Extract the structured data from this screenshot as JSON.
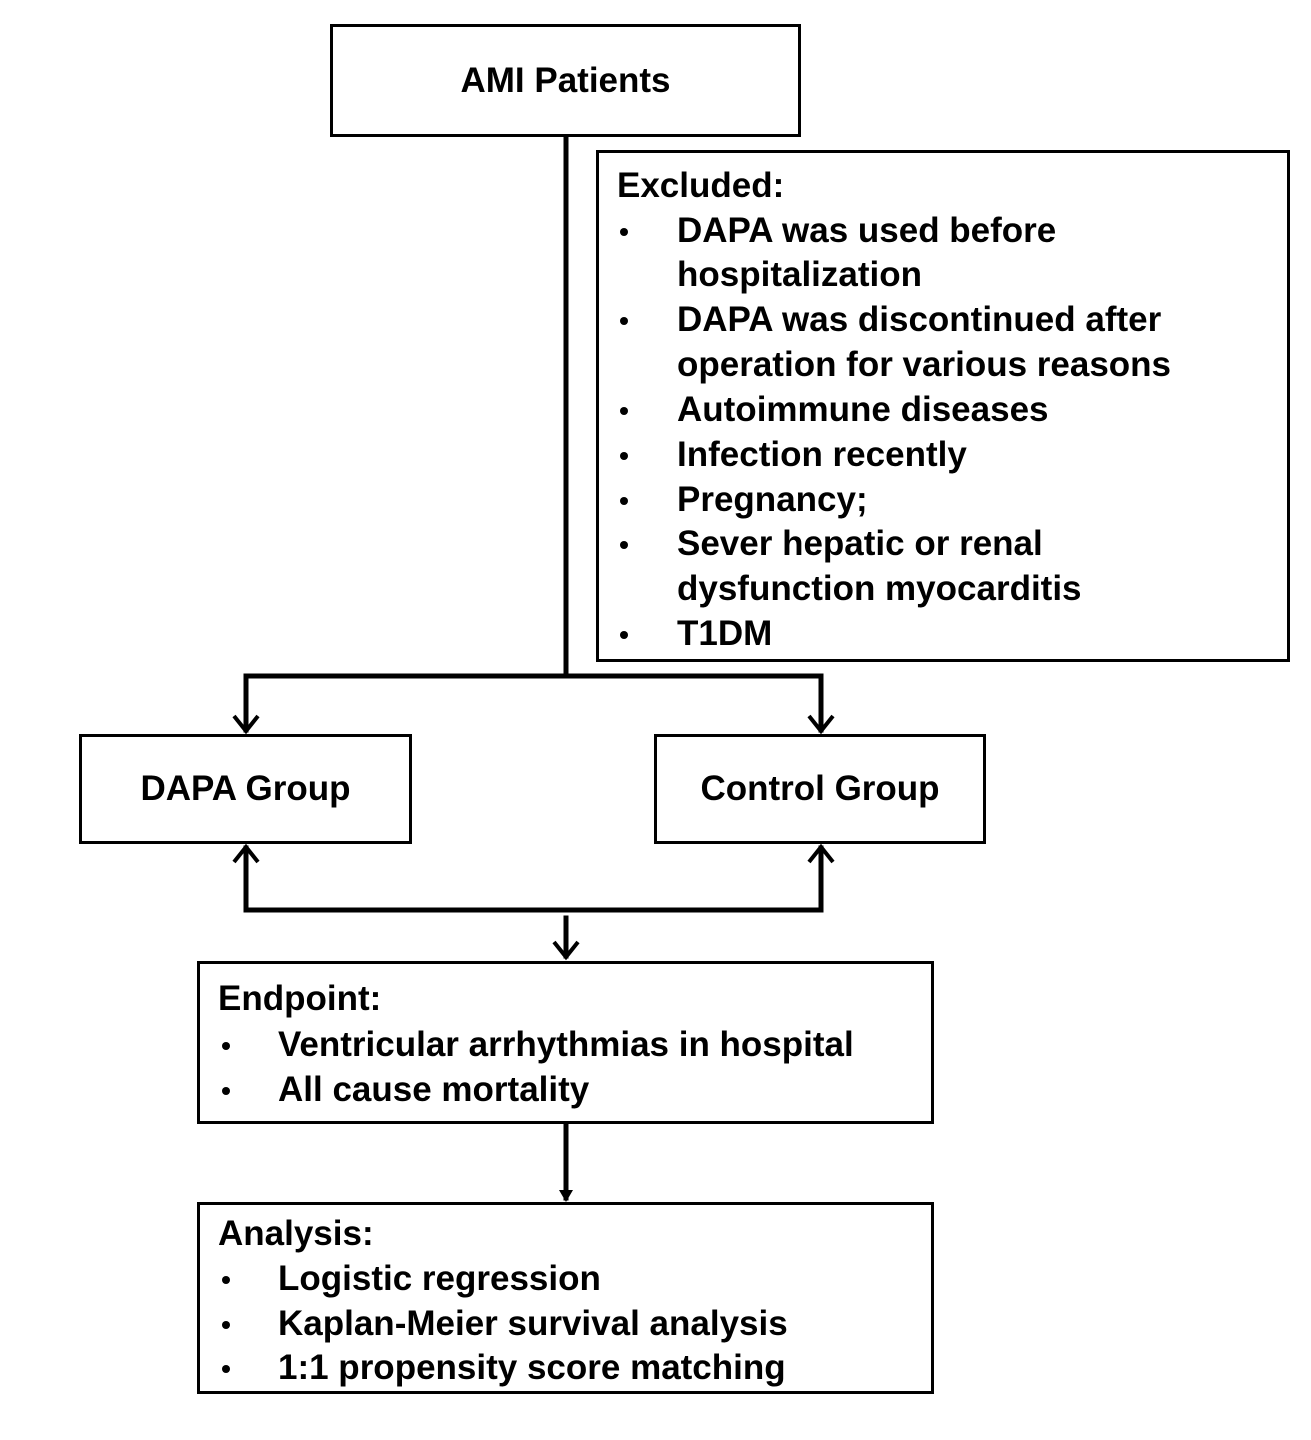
{
  "nodes": {
    "ami_patients": "AMI Patients",
    "dapa_group": "DAPA Group",
    "control_group": "Control Group"
  },
  "excluded": {
    "title": "Excluded:",
    "items": [
      [
        "DAPA was used before",
        "hospitalization"
      ],
      [
        "DAPA was discontinued after",
        "operation for various reasons"
      ],
      [
        "Autoimmune diseases"
      ],
      [
        "Infection recently"
      ],
      [
        "Pregnancy;"
      ],
      [
        "Sever hepatic or renal",
        "dysfunction myocarditis"
      ],
      [
        "T1DM"
      ]
    ]
  },
  "endpoint": {
    "title": "Endpoint:",
    "items": [
      "Ventricular arrhythmias in hospital",
      "All cause mortality"
    ]
  },
  "analysis": {
    "title": "Analysis:",
    "items": [
      "Logistic regression",
      "Kaplan-Meier survival analysis",
      "1:1 propensity score matching"
    ]
  }
}
